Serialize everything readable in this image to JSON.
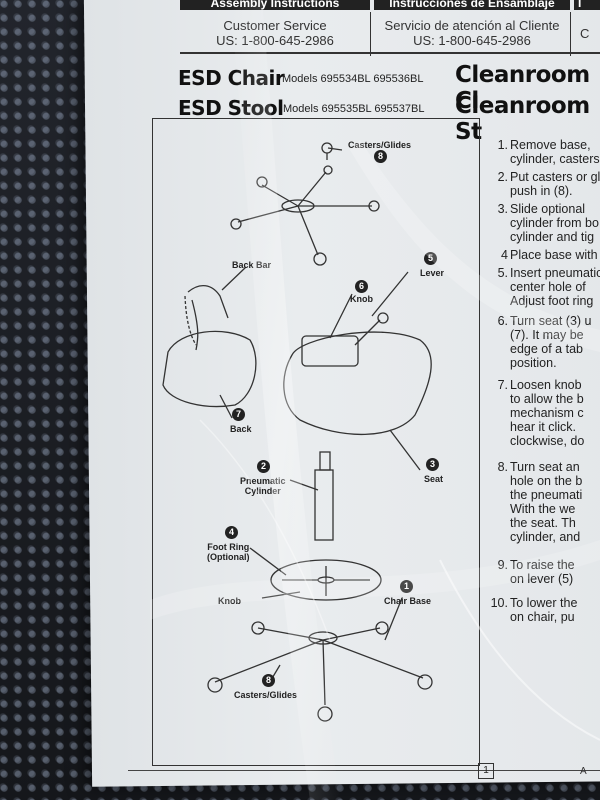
{
  "header": {
    "col1_title": "Assembly Instructions",
    "col2_title": "Instrucciones de Ensamblaje",
    "col3_title": "I",
    "col1_service": "Customer Service",
    "col1_phone": "US: 1-800-645-2986",
    "col2_service": "Servicio de atención al Cliente",
    "col2_phone": "US: 1-800-645-2986",
    "col3_fragment": "C"
  },
  "titles": {
    "chair_title": "ESD Chair",
    "chair_models": "Models 695534BL 695536BL",
    "stool_title": "ESD Stool",
    "stool_models": "Models 695535BL 695537BL",
    "cleanroom_chair": "Cleanroom Cl",
    "cleanroom_stool": "Cleanroom St"
  },
  "callouts": {
    "casters_top": "Casters/Glides",
    "casters_top_num": "8",
    "back_bar": "Back Bar",
    "lever": "Lever",
    "lever_num": "5",
    "knob_top": "Knob",
    "knob_top_num": "6",
    "back": "Back",
    "back_num": "7",
    "seat": "Seat",
    "seat_num": "3",
    "cylinder": "Pneumatic\nCylinder",
    "cylinder_num": "2",
    "foot_ring": "Foot Ring\n(Optional)",
    "foot_ring_num": "4",
    "knob_bottom": "Knob",
    "chair_base": "Chair Base",
    "chair_base_num": "1",
    "casters_bottom": "Casters/Glides",
    "casters_bottom_num": "8"
  },
  "steps": [
    {
      "n": "1.",
      "text": "Remove base,\ncylinder, casters"
    },
    {
      "n": "2.",
      "text": "Put casters or gl\npush in (8)."
    },
    {
      "n": "3.",
      "text": "Slide optional\ncylinder from bo\ncylinder and tig"
    },
    {
      "n": "4",
      "text": "Place base with"
    },
    {
      "n": "5.",
      "text": "Insert pneumatic\ncenter hole of\nAdjust foot ring"
    },
    {
      "n": "6.",
      "text": "Turn seat (3) u\n(7). It may be\nedge of a tab\nposition."
    },
    {
      "n": "7.",
      "text": "Loosen knob\nto allow the b\nmechanism c\nhear it click.\nclockwise, do"
    },
    {
      "n": "8.",
      "text": "Turn seat an\nhole on the b\nthe pneumati\nWith the we\nthe seat. Th\ncylinder, and"
    },
    {
      "n": "9.",
      "text": "To raise the\non lever (5)"
    },
    {
      "n": "10.",
      "text": "To lower the\non chair, pu"
    }
  ],
  "footer": {
    "page_box": "1",
    "tail": "A"
  }
}
